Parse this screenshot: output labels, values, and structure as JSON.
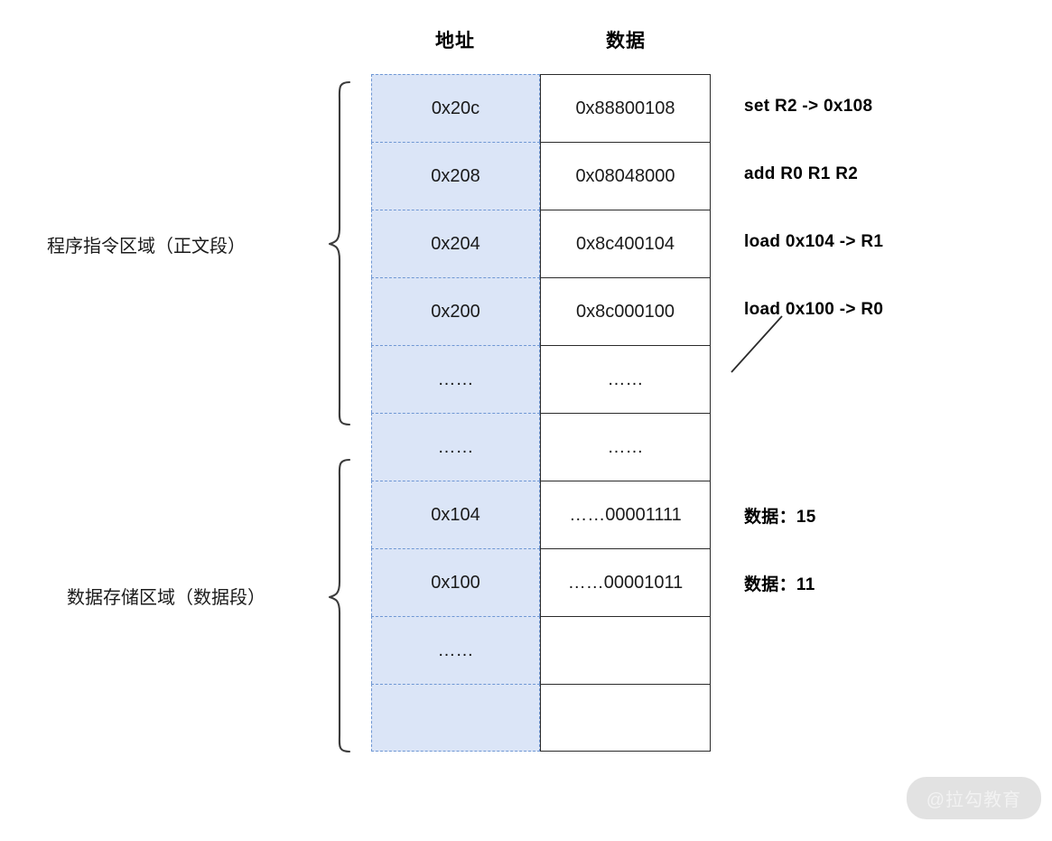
{
  "headers": {
    "address": "地址",
    "data": "数据"
  },
  "regions": [
    {
      "id": "text-segment",
      "label": "程序指令区域（正文段）"
    },
    {
      "id": "data-segment",
      "label": "数据存储区域（数据段）"
    }
  ],
  "rows": [
    {
      "address": "0x20c",
      "data": "0x88800108",
      "annotation": "set R2 -> 0x108"
    },
    {
      "address": "0x208",
      "data": "0x08048000",
      "annotation": "add R0 R1 R2"
    },
    {
      "address": "0x204",
      "data": "0x8c400104",
      "annotation": "load 0x104 -> R1"
    },
    {
      "address": "0x200",
      "data": "0x8c000100",
      "annotation": "load 0x100 -> R0"
    },
    {
      "address": "……",
      "data": "……",
      "annotation": ""
    },
    {
      "address": "……",
      "data": "……",
      "annotation": ""
    },
    {
      "address": "0x104",
      "data": "……00001111",
      "annotation": "数据：15"
    },
    {
      "address": "0x100",
      "data": "……00001011",
      "annotation": "数据：11"
    },
    {
      "address": "……",
      "data": "",
      "annotation": ""
    },
    {
      "address": "",
      "data": "",
      "annotation": ""
    }
  ],
  "colors": {
    "address_fill": "#dbe5f7",
    "address_border": "#6f97d4",
    "data_border": "#2b2b2b",
    "watermark_pill": "#e2e2e2"
  },
  "watermark": "@拉勾教育"
}
